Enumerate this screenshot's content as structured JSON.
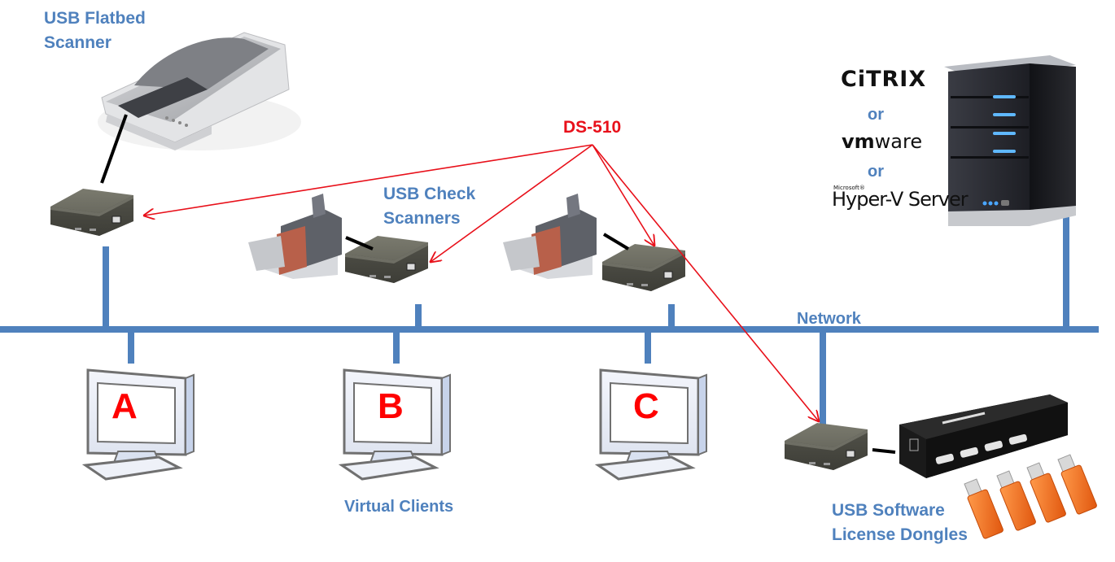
{
  "labels": {
    "flatbed_scanner": [
      "USB Flatbed",
      "Scanner"
    ],
    "check_scanners": [
      "USB Check",
      "Scanners"
    ],
    "ds510": "DS-510",
    "network": "Network",
    "virtual_clients": "Virtual Clients",
    "dongles": [
      "USB Software",
      "License Dongles"
    ]
  },
  "clients": [
    {
      "letter": "A"
    },
    {
      "letter": "B"
    },
    {
      "letter": "C"
    }
  ],
  "server_platforms": {
    "citrix": "CiTRIX",
    "or1": "or",
    "vmware_bold": "vm",
    "vmware_rest": "ware",
    "or2": "or",
    "microsoft": "Microsoft®",
    "hyperv": "Hyper-V Server"
  },
  "colors": {
    "network_blue": "#4f81bd",
    "label_blue": "#4f81bd",
    "arrow_red": "#e8101a",
    "client_letter_red": "#ff0000",
    "dongle_orange": "#f07020"
  }
}
